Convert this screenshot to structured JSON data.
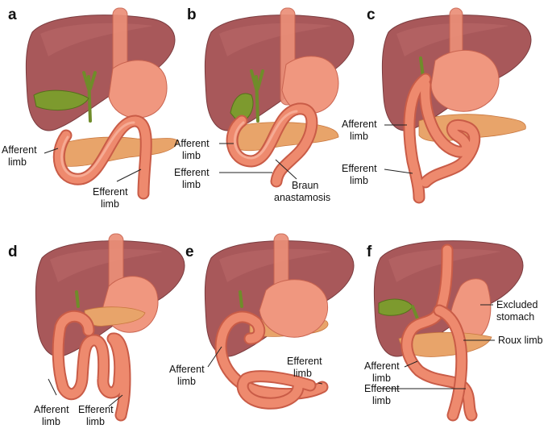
{
  "panels": [
    {
      "letter": "a",
      "labels": {
        "afferent": "Afferent\nlimb",
        "efferent": "Efferent\nlimb"
      }
    },
    {
      "letter": "b",
      "labels": {
        "afferent": "Afferent\nlimb",
        "efferent": "Efferent\nlimb",
        "braun": "Braun\nanastamosis"
      }
    },
    {
      "letter": "c",
      "labels": {
        "afferent": "Afferent\nlimb",
        "efferent": "Efferent\nlimb"
      }
    },
    {
      "letter": "d",
      "labels": {
        "afferent": "Afferent\nlimb",
        "efferent": "Efferent\nlimb"
      }
    },
    {
      "letter": "e",
      "labels": {
        "afferent": "Afferent\nlimb",
        "efferent": "Efferent\nlimb"
      }
    },
    {
      "letter": "f",
      "labels": {
        "excluded": "Excluded\nstomach",
        "roux": "Roux limb",
        "afferent": "Afferent\nlimb",
        "efferent": "Efferent\nlimb"
      }
    }
  ],
  "colors": {
    "liver": "#a8585a",
    "stomach": "#f0977f",
    "bowel": "#ee8a6e",
    "pancreas": "#e8a46a",
    "gallbladder": "#7d9a2e"
  }
}
